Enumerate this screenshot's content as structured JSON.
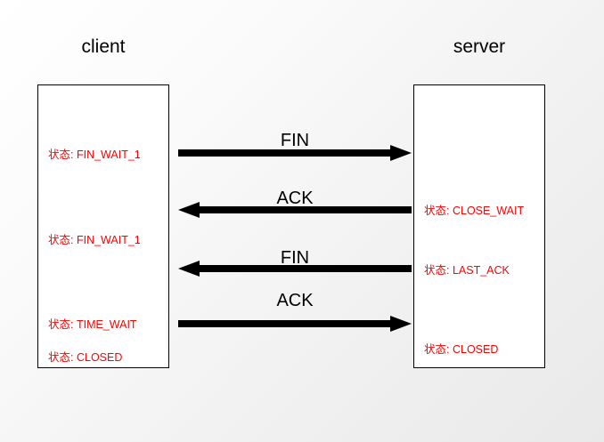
{
  "diagram": {
    "title_client": "client",
    "title_server": "server",
    "colors": {
      "state_text": "#ff0000",
      "arrow": "#000000",
      "box_border": "#000000",
      "box_fill": "#ffffff",
      "background_from": "#ffffff",
      "background_to": "#e9e9e9"
    }
  },
  "client": {
    "label": "client",
    "states": [
      {
        "key": "状态:",
        "value": "FIN_WAIT_1"
      },
      {
        "key": "状态:",
        "value": "FIN_WAIT_1"
      },
      {
        "key": "状态:",
        "value": "TIME_WAIT"
      },
      {
        "key": "状态:",
        "value": "CLOSED"
      }
    ]
  },
  "server": {
    "label": "server",
    "states": [
      {
        "key": "状态:",
        "value": "CLOSE_WAIT"
      },
      {
        "key": "状态:",
        "value": "LAST_ACK"
      },
      {
        "key": "状态:",
        "value": "CLOSED"
      }
    ]
  },
  "messages": [
    {
      "label": "FIN",
      "direction": "right"
    },
    {
      "label": "ACK",
      "direction": "left"
    },
    {
      "label": "FIN",
      "direction": "left"
    },
    {
      "label": "ACK",
      "direction": "right"
    }
  ]
}
